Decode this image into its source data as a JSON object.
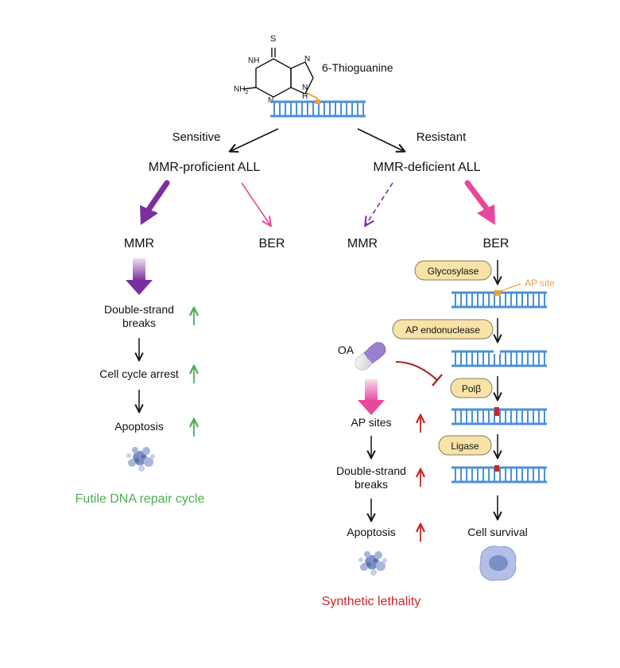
{
  "molecule": {
    "name": "6-Thioguanine",
    "atom_s": "S",
    "atom_nh_ring": "H",
    "atom_n_ring": "N",
    "atom_nh2": "NH",
    "atom_nh2_sub": "2",
    "atom_n_left": "N",
    "atom_n_imid": "N",
    "atom_n9": "N",
    "atom_h9": "H"
  },
  "branches": {
    "sensitive": "Sensitive",
    "resistant": "Resistant",
    "proficient": "MMR-proficient ALL",
    "deficient": "MMR-deficient ALL"
  },
  "pathways": {
    "mmr_left": "MMR",
    "ber_left": "BER",
    "mmr_right": "MMR",
    "ber_right": "BER"
  },
  "left_cascade": {
    "dsb_line1": "Double-strand",
    "dsb_line2": "breaks",
    "arrest": "Cell cycle arrest",
    "apoptosis": "Apoptosis",
    "caption": "Futile DNA repair cycle"
  },
  "middle_cascade": {
    "oa": "OA",
    "ap_sites": "AP sites",
    "dsb_line1": "Double-strand",
    "dsb_line2": "breaks",
    "apoptosis": "Apoptosis",
    "caption": "Synthetic lethality"
  },
  "ber_steps": {
    "glycosylase": "Glycosylase",
    "ap_site": "AP site",
    "ap_endonuclease": "AP endonuclease",
    "pol_beta": "Polβ",
    "ligase": "Ligase",
    "cell_survival": "Cell survival"
  },
  "colors": {
    "dna_blue": "#4a90d9",
    "purple": "#7b2f9e",
    "pink": "#e8479b",
    "green": "#4caf50",
    "red": "#c62828",
    "ap_orange": "#f0a030",
    "pill_fill": "#f7e3a8",
    "pill_stroke": "#8a7a5a"
  }
}
